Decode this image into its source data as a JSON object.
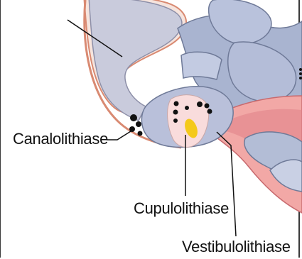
{
  "labels": {
    "canalolithiase": "Canalolithiase",
    "cupulolithiase": "Cupulolithiase",
    "vestibulolithiase": "Vestibulolithiase"
  },
  "colors": {
    "canal_fill": "#c9cbdc",
    "canal_outline": "#d98a72",
    "bone_fill": "#a9b4d0",
    "membrane_pink": "#f2a8a6",
    "membrane_red": "#e07f86",
    "cupula_fill": "#f9dcdc",
    "crystal_yellow": "#f4c91a",
    "otolith_black": "#111111"
  }
}
